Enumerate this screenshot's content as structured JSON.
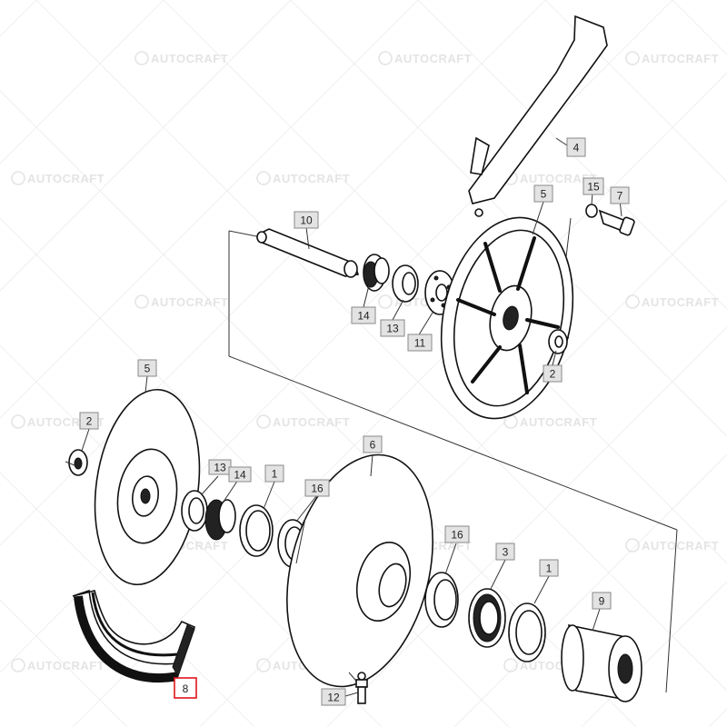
{
  "watermark": {
    "text": "AUTOCRAFT"
  },
  "highlight": "8",
  "callouts": [
    {
      "id": "c4",
      "label": "4"
    },
    {
      "id": "c15",
      "label": "15"
    },
    {
      "id": "c7",
      "label": "7"
    },
    {
      "id": "c5a",
      "label": "5"
    },
    {
      "id": "c10",
      "label": "10"
    },
    {
      "id": "c14a",
      "label": "14"
    },
    {
      "id": "c13a",
      "label": "13"
    },
    {
      "id": "c11",
      "label": "11"
    },
    {
      "id": "c2a",
      "label": "2"
    },
    {
      "id": "c5b",
      "label": "5"
    },
    {
      "id": "c2b",
      "label": "2"
    },
    {
      "id": "c13b",
      "label": "13"
    },
    {
      "id": "c14b",
      "label": "14"
    },
    {
      "id": "c1a",
      "label": "1"
    },
    {
      "id": "c16a",
      "label": "16"
    },
    {
      "id": "c6",
      "label": "6"
    },
    {
      "id": "c16b",
      "label": "16"
    },
    {
      "id": "c3",
      "label": "3"
    },
    {
      "id": "c1b",
      "label": "1"
    },
    {
      "id": "c9",
      "label": "9"
    },
    {
      "id": "c12",
      "label": "12"
    },
    {
      "id": "c8",
      "label": "8"
    }
  ]
}
